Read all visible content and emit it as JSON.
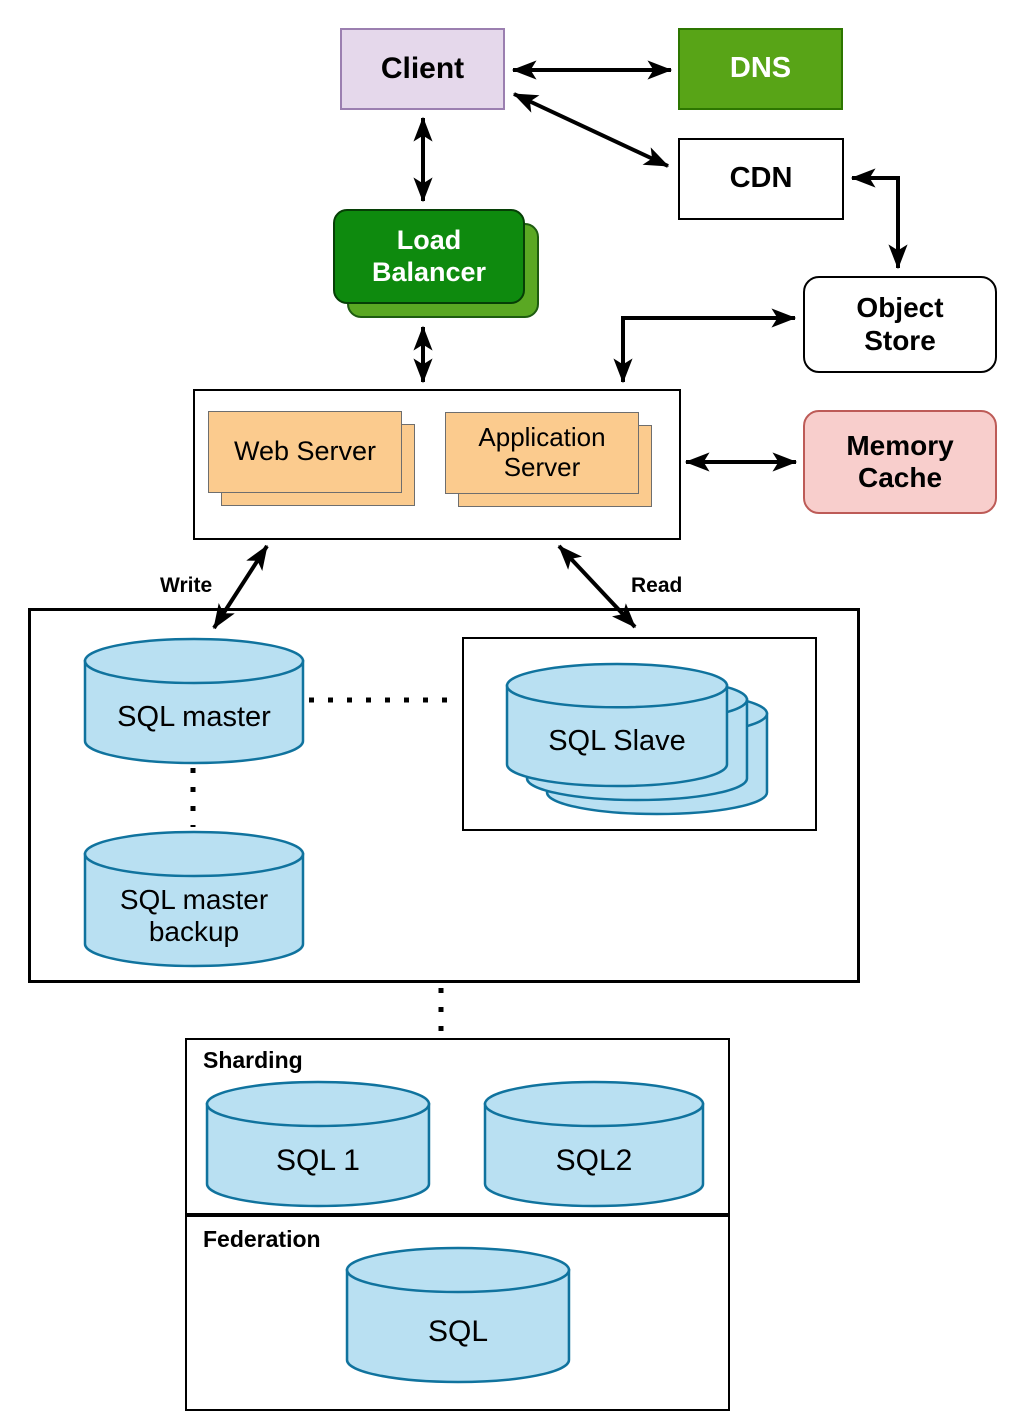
{
  "diagram": {
    "type": "system-architecture-diagram",
    "nodes": {
      "client": {
        "label": "Client"
      },
      "dns": {
        "label": "DNS"
      },
      "cdn": {
        "label": "CDN"
      },
      "load_balancer": {
        "label": "Load Balancer"
      },
      "object_store": {
        "label": "Object Store"
      },
      "web_server": {
        "label": "Web Server"
      },
      "application_server": {
        "label": "Application Server"
      },
      "memory_cache": {
        "label": "Memory Cache"
      },
      "sql_master": {
        "label": "SQL master"
      },
      "sql_slave": {
        "label": "SQL Slave"
      },
      "sql_master_backup": {
        "label": "SQL master backup"
      },
      "sharding": {
        "label": "Sharding",
        "sql1": "SQL 1",
        "sql2": "SQL2"
      },
      "federation": {
        "label": "Federation",
        "sql": "SQL"
      }
    },
    "edge_labels": {
      "write": "Write",
      "read": "Read"
    },
    "edges": [
      "Client <-> DNS",
      "Client <-> CDN",
      "Client <-> Load Balancer",
      "CDN <-> Object Store",
      "Load Balancer <-> Web/Application Servers",
      "Web/Application Servers <-> Object Store",
      "Web/Application Servers <-> Memory Cache",
      "Servers <-> SQL master (Write)",
      "Servers <-> SQL Slave (Read)",
      "SQL master ... SQL Slave (dotted)",
      "SQL master ... SQL master backup (dotted)",
      "DB box ... Sharding (dotted)"
    ],
    "colors": {
      "client_fill": "#E5D8EB",
      "client_stroke": "#9B7FB0",
      "dns_fill": "#58A417",
      "dns_stroke": "#2D7600",
      "load_balancer_fill": "#0E8A0E",
      "load_balancer_shadow": "#5AA823",
      "server_fill": "#FBCB8E",
      "server_stroke": "#6E6E6E",
      "memory_cache_fill": "#F8CECC",
      "memory_cache_stroke": "#BD5B57",
      "cylinder_fill": "#B9E0F2",
      "cylinder_stroke": "#10739E",
      "line": "#000000",
      "box_fill": "#FFFFFF"
    }
  }
}
